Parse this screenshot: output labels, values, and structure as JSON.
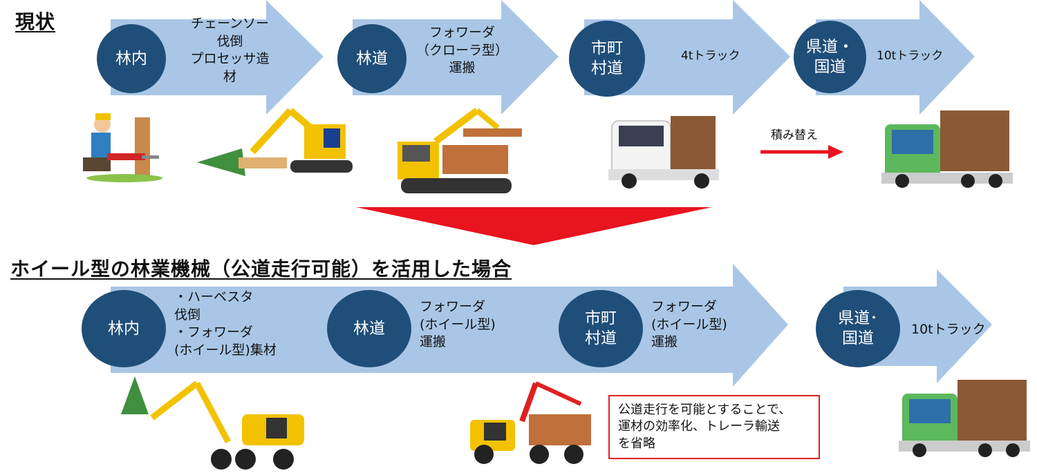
{
  "top": {
    "heading": "現状",
    "stages": [
      {
        "node": "林内",
        "label": "チェーンソー\n伐倒\nプロセッサ造\n材"
      },
      {
        "node": "林道",
        "label": "フォワーダ\n（クローラ型）\n運搬"
      },
      {
        "node": "市町\n村道",
        "label": "4tトラック"
      },
      {
        "node": "県道・\n国道",
        "label": "10tトラック"
      }
    ],
    "transfer_label": "積み替え"
  },
  "bottom": {
    "heading": "ホイール型の林業機械（公道走行可能）を活用した場合",
    "stages": [
      {
        "node": "林内",
        "label": "・ハーベスタ\n伐倒\n・フォワーダ\n(ホイール型)集材"
      },
      {
        "node": "林道",
        "label": "フォワーダ\n(ホイール型)\n運搬"
      },
      {
        "node": "市町\n村道",
        "label": "フォワーダ\n(ホイール型)\n運搬"
      },
      {
        "node": "県道･\n国道",
        "label": "10tトラック"
      }
    ],
    "note": "公道走行を可能とすることで、\n運材の効率化、トレーラ輸送\nを省略"
  },
  "colors": {
    "arrow": "#a9c6e6",
    "node": "#1f4e79",
    "transition": "#e8141e",
    "note_border": "#e02020"
  }
}
